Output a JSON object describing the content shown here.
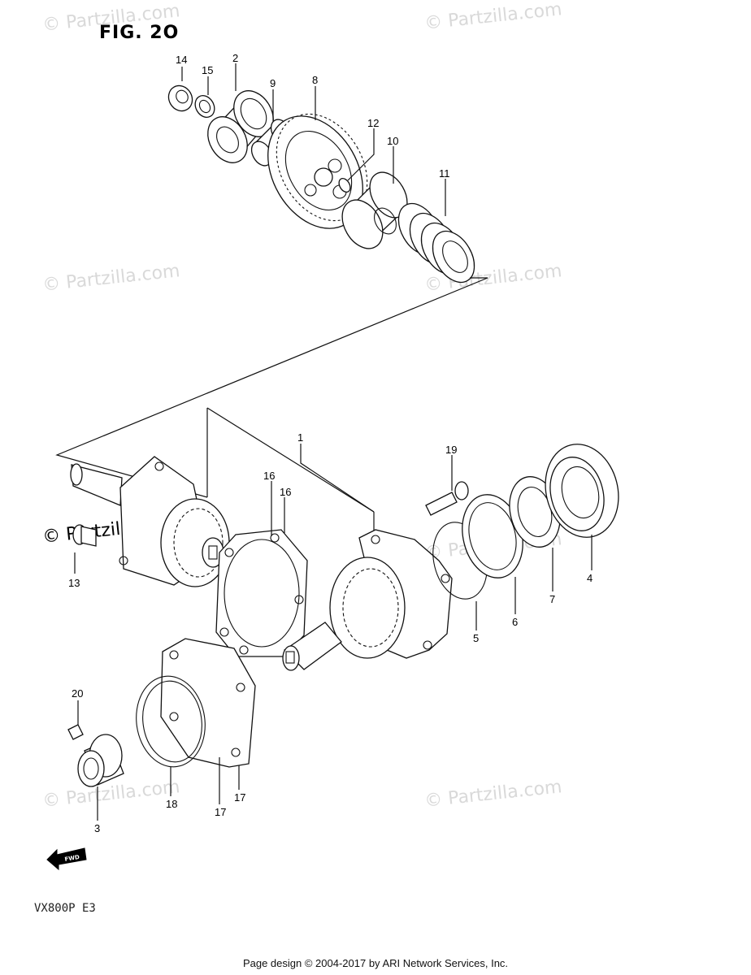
{
  "figure": {
    "title": "FIG. 2O"
  },
  "model": "VX800P  E3",
  "footer": "Page design © 2004-2017 by ARI Network Services, Inc.",
  "watermark": {
    "text": "© Partzilla.com",
    "color": "#d9d9d9"
  },
  "direction_label": "FWD",
  "callouts": [
    "14",
    "15",
    "2",
    "9",
    "8",
    "12",
    "10",
    "11",
    "1",
    "16",
    "16",
    "19",
    "13",
    "4",
    "7",
    "6",
    "5",
    "20",
    "18",
    "17",
    "17",
    "3"
  ]
}
